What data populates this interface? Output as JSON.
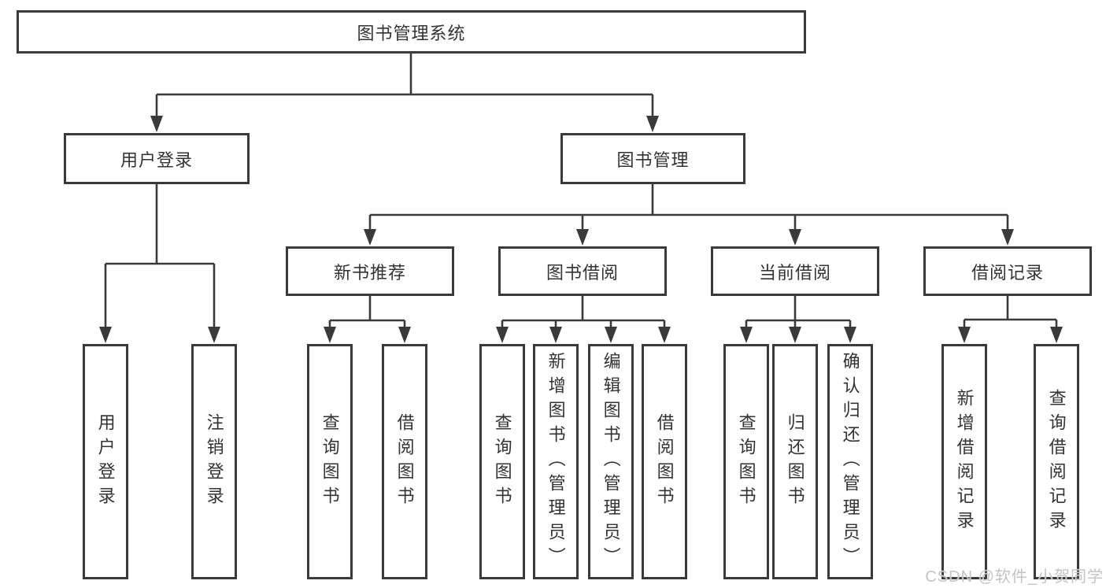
{
  "diagram": {
    "root": {
      "label": "图书管理系统"
    },
    "children": [
      {
        "label": "用户登录",
        "children": [
          {
            "label": "用户登录"
          },
          {
            "label": "注销登录"
          }
        ]
      },
      {
        "label": "图书管理",
        "children": [
          {
            "label": "新书推荐",
            "children": [
              {
                "label": "查询图书"
              },
              {
                "label": "借阅图书"
              }
            ]
          },
          {
            "label": "图书借阅",
            "children": [
              {
                "label": "查询图书"
              },
              {
                "label": "新增图书（管理员）"
              },
              {
                "label": "编辑图书（管理员）"
              },
              {
                "label": "借阅图书"
              }
            ]
          },
          {
            "label": "当前借阅",
            "children": [
              {
                "label": "查询图书"
              },
              {
                "label": "归还图书"
              },
              {
                "label": "确认归还（管理员）"
              }
            ]
          },
          {
            "label": "借阅记录",
            "children": [
              {
                "label": "新增借阅记录"
              },
              {
                "label": "查询借阅记录"
              }
            ]
          }
        ]
      }
    ]
  },
  "watermark": {
    "text": "CSDN @软件_小贺同学"
  },
  "style": {
    "line_color": "#3a3a3a",
    "text_color": "#333333",
    "watermark_color": "#c3c3c3",
    "background": "#ffffff"
  }
}
